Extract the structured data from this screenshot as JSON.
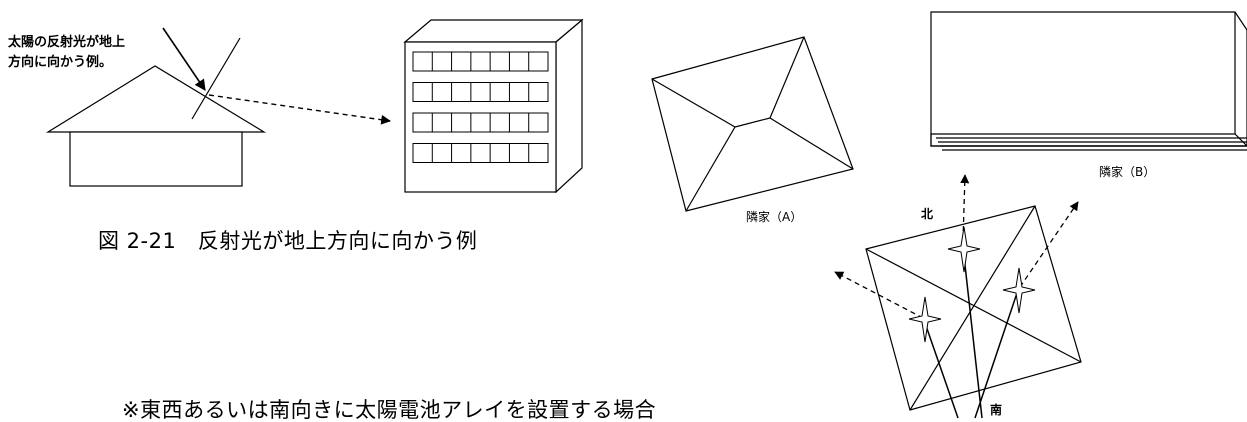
{
  "diagram": {
    "annotation_line1": "太陽の反射光が地上",
    "annotation_line2": "方向に向かう例。",
    "figure_caption": "図 2-21　反射光が地上方向に向かう例",
    "neighbor_a_label": "隣家（A）",
    "neighbor_b_label": "隣家（B）",
    "north_label": "北",
    "south_label": "南",
    "bottom_note": "※東西あるいは南向きに太陽電池アレイを設置する場合"
  }
}
